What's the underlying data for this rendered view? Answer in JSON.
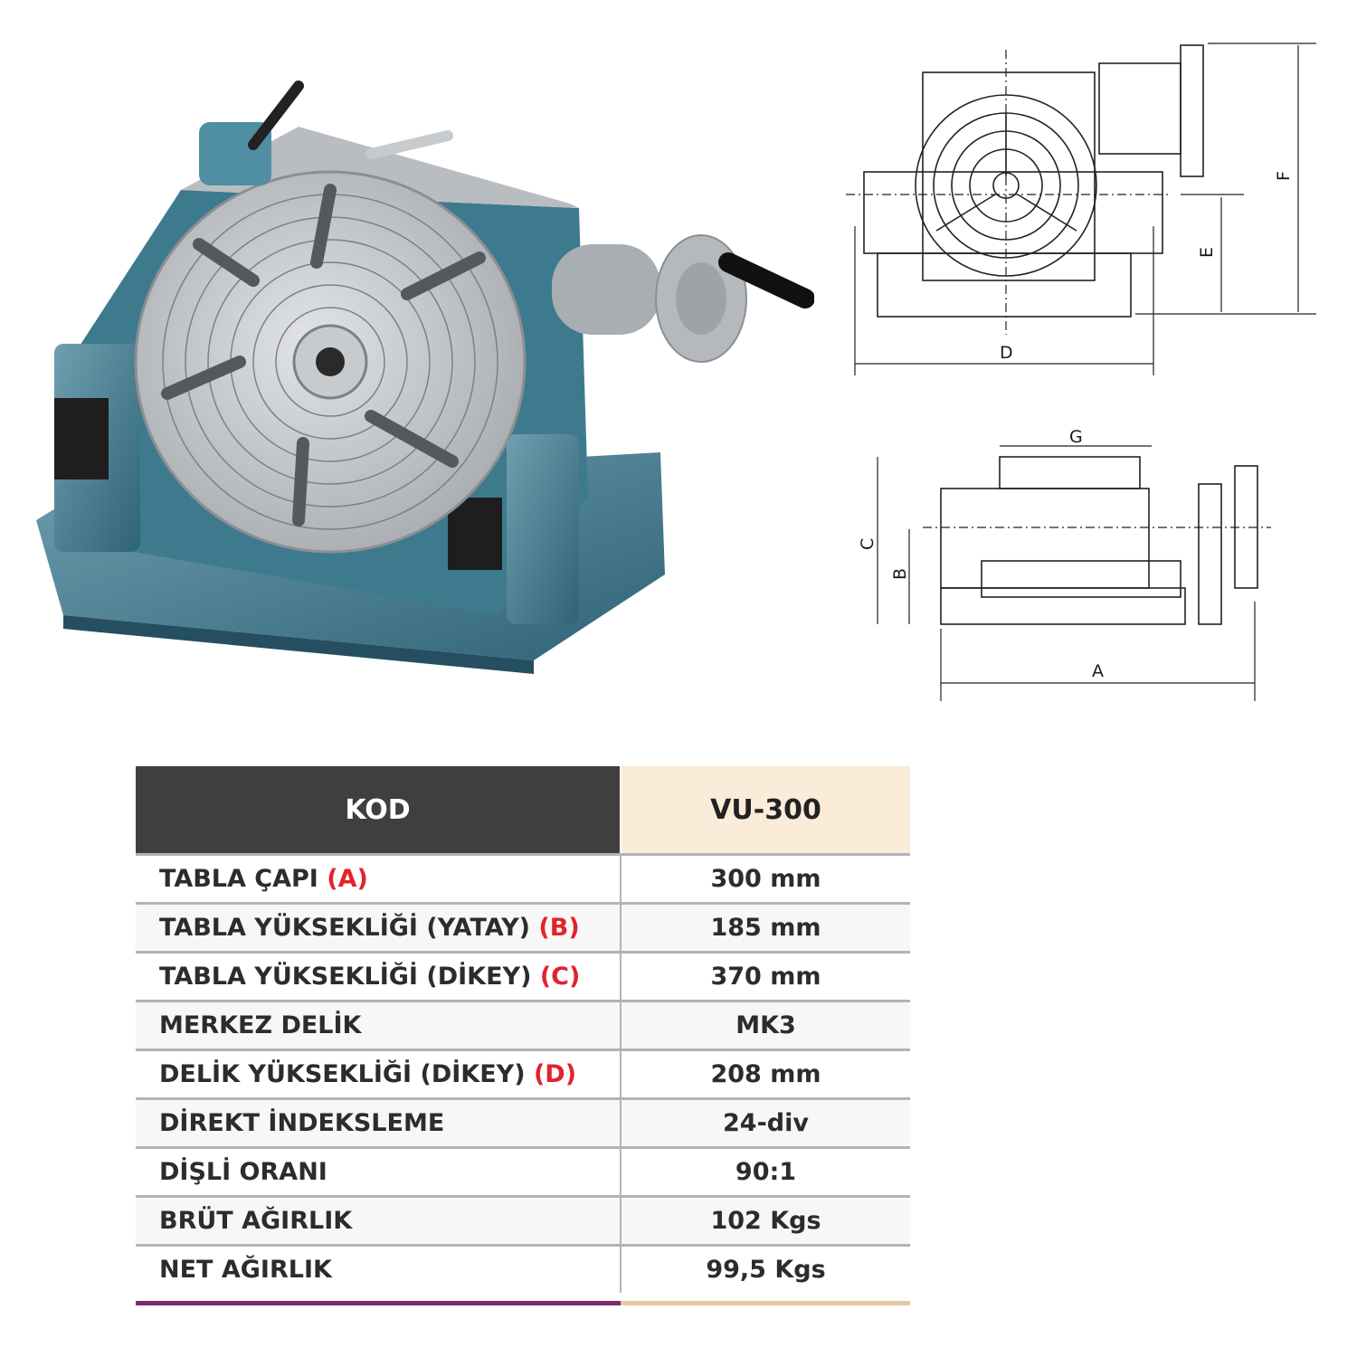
{
  "drawing_labels": {
    "A": "A",
    "B": "B",
    "C": "C",
    "D": "D",
    "E": "E",
    "F": "F",
    "G": "G"
  },
  "table": {
    "header": {
      "label": "KOD",
      "value": "VU-300"
    },
    "rows": [
      {
        "label": "TABLA ÇAPI",
        "ref": "(A)",
        "value": "300 mm"
      },
      {
        "label": "TABLA YÜKSEKLİĞİ (YATAY)",
        "ref": "(B)",
        "value": "185 mm"
      },
      {
        "label": "TABLA YÜKSEKLİĞİ (DİKEY)",
        "ref": "(C)",
        "value": "370 mm"
      },
      {
        "label": "MERKEZ DELİK",
        "ref": "",
        "value": "MK3"
      },
      {
        "label": "DELİK YÜKSEKLİĞİ (DİKEY)",
        "ref": "(D)",
        "value": "208 mm"
      },
      {
        "label": "DİREKT İNDEKSLEME",
        "ref": "",
        "value": "24-div"
      },
      {
        "label": "DİŞLİ ORANI",
        "ref": "",
        "value": "90:1"
      },
      {
        "label": "BRÜT AĞIRLIK",
        "ref": "",
        "value": "102 Kgs"
      },
      {
        "label": "NET AĞIRLIK",
        "ref": "",
        "value": "99,5 Kgs"
      }
    ],
    "colors": {
      "header_dark": "#3f3f3f",
      "header_light": "#fbecd9",
      "ref_red": "#e0242b",
      "bottom_bar": "#7d2d6b"
    }
  }
}
